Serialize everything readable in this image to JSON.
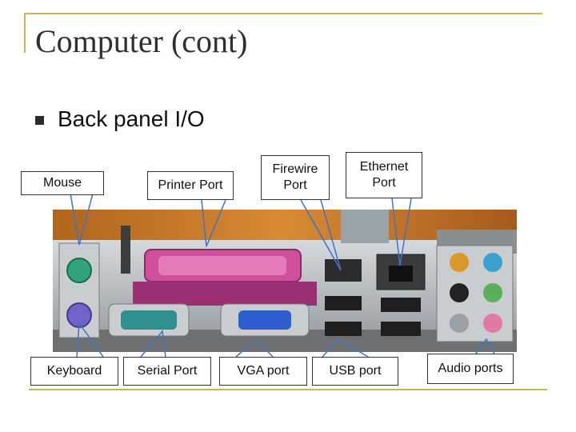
{
  "slide": {
    "title": "Computer (cont)",
    "bullet": "Back panel I/O"
  },
  "callouts": {
    "mouse": "Mouse",
    "printer": "Printer Port",
    "firewire": "Firewire\nPort",
    "ethernet": "Ethernet\nPort",
    "keyboard": "Keyboard",
    "serial": "Serial Port",
    "vga": "VGA port",
    "usb": "USB port",
    "audio": "Audio ports"
  },
  "colors": {
    "accent_rule": "#c8b45a",
    "ps2_mouse": "#2fa37a",
    "ps2_keyboard": "#6f63c9",
    "parallel": "#cf4f9a",
    "serial": "#2f8f8f",
    "vga": "#2f5fcf"
  }
}
